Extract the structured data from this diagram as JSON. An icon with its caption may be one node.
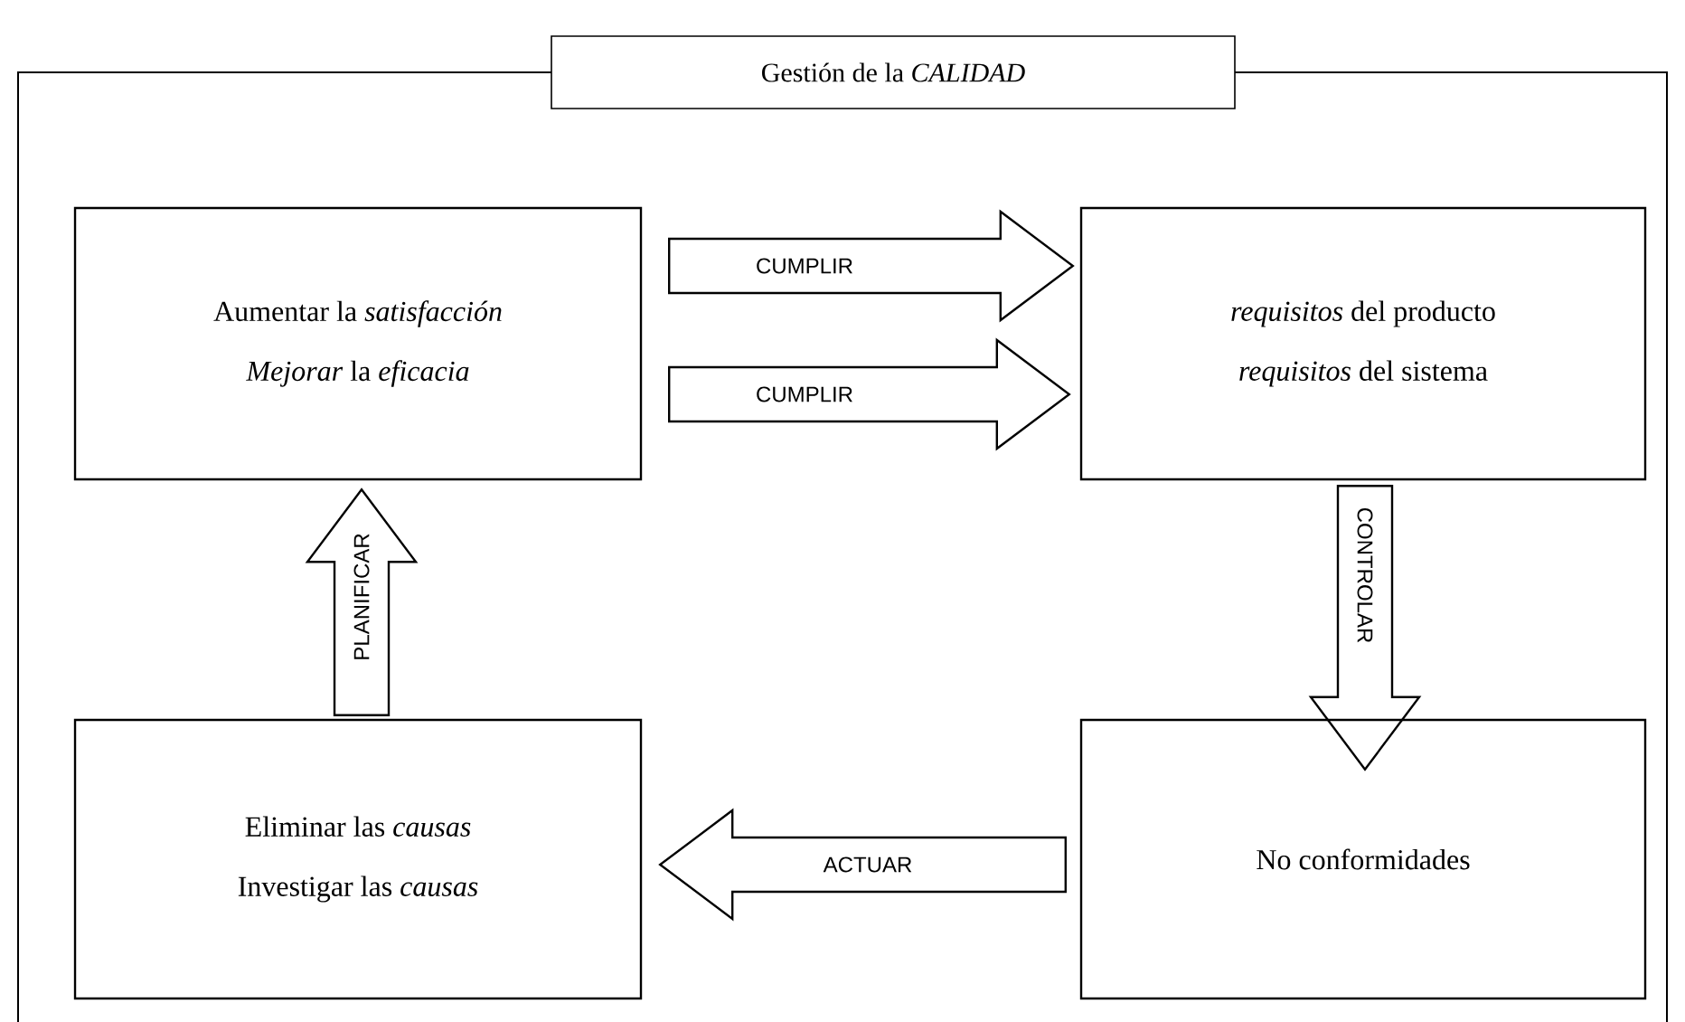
{
  "diagram": {
    "title": "Gestión de la *CALIDAD*",
    "nodes": [
      {
        "text": [
          "Aumentar la *satisfacción*",
          "*Mejorar* la *eficacia*"
        ]
      },
      {
        "text": [
          "*requisitos* del producto",
          "*requisitos* del sistema"
        ]
      },
      {
        "text": [
          "No conformidades"
        ]
      },
      {
        "text": [
          "Eliminar las *causas*",
          "Investigar las *causas*"
        ]
      }
    ],
    "edges": [
      {
        "from": 0,
        "to": 1,
        "arrow": "to",
        "label": "CUMPLIR"
      },
      {
        "from": 0,
        "to": 1,
        "arrow": "to",
        "label": "CUMPLIR"
      },
      {
        "from": 1,
        "to": 2,
        "arrow": "to",
        "label": "CONTROLAR"
      },
      {
        "from": 2,
        "to": 3,
        "arrow": "to",
        "label": "ACTUAR"
      },
      {
        "from": 3,
        "to": 0,
        "arrow": "to",
        "label": "PLANIFICAR"
      }
    ]
  }
}
